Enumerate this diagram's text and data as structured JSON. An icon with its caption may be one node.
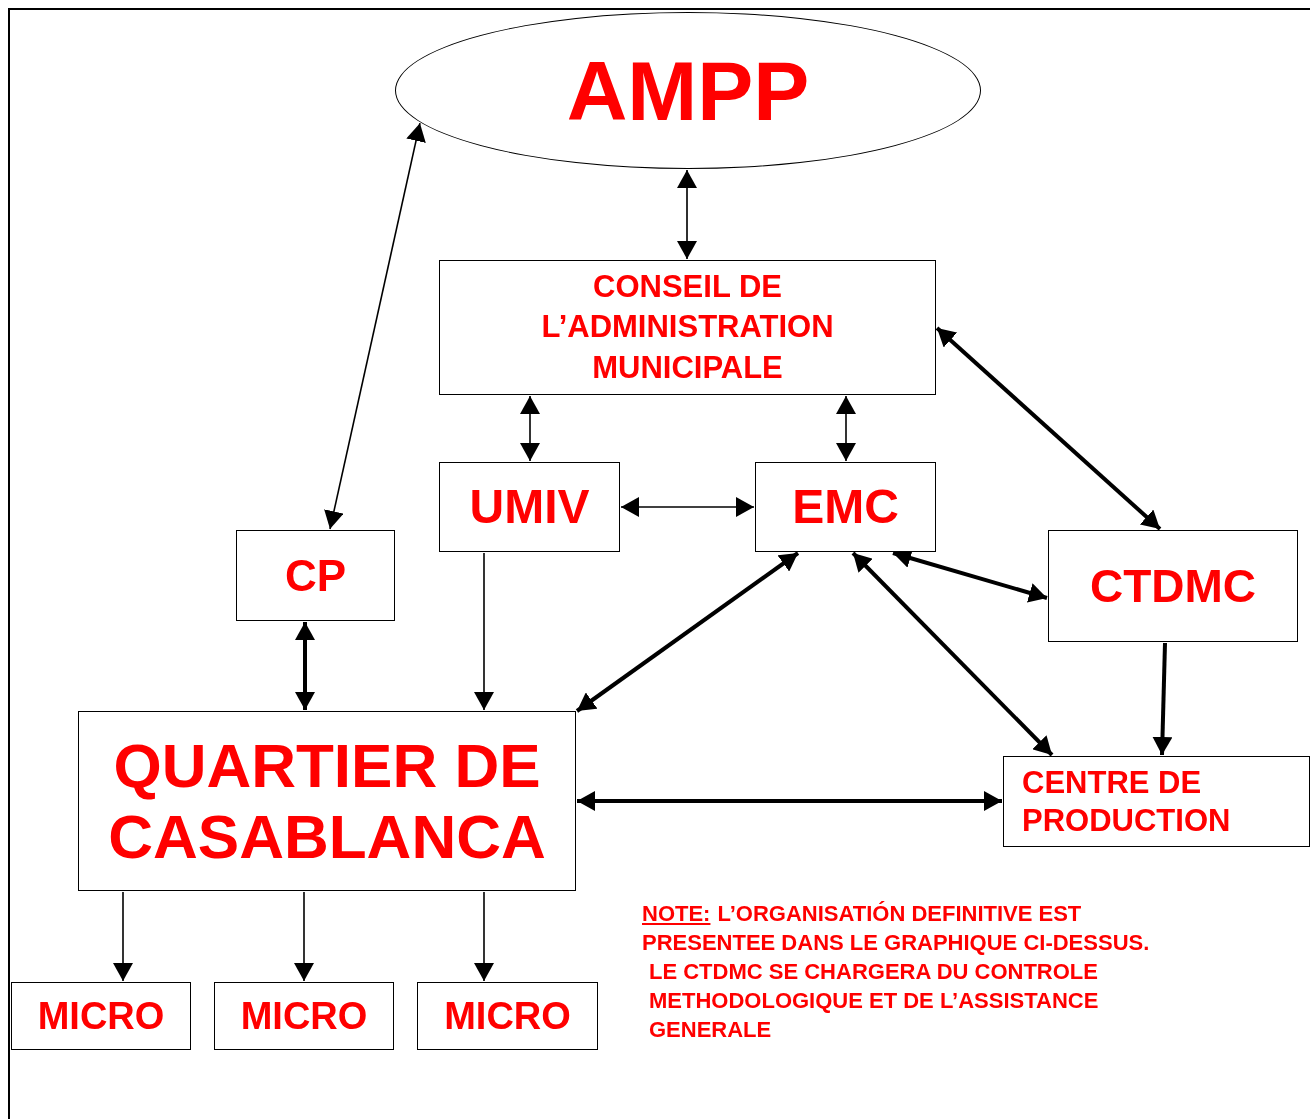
{
  "diagram": {
    "nodes": [
      {
        "text": [
          "AMPP"
        ]
      },
      {
        "text": [
          "CONSEIL DE L’ADMINISTRATION MUNICIPALE"
        ]
      },
      {
        "text": [
          "UMIV"
        ]
      },
      {
        "text": [
          "EMC"
        ]
      },
      {
        "text": [
          "CP"
        ]
      },
      {
        "text": [
          "CTDMC"
        ]
      },
      {
        "text": [
          "QUARTIER DE CASABLANCA"
        ]
      },
      {
        "text": [
          "CENTRE DE PRODUCTION"
        ]
      },
      {
        "text": [
          "MICRO"
        ]
      },
      {
        "text": [
          "MICRO"
        ]
      },
      {
        "text": [
          "MICRO"
        ]
      }
    ],
    "edges": [
      {
        "from": 4,
        "to": 0,
        "arrow": "both"
      },
      {
        "from": 0,
        "to": 1,
        "arrow": "both"
      },
      {
        "from": 1,
        "to": 2,
        "arrow": "both"
      },
      {
        "from": 1,
        "to": 3,
        "arrow": "both"
      },
      {
        "from": 2,
        "to": 3,
        "arrow": "both"
      },
      {
        "from": 1,
        "to": 5,
        "arrow": "both",
        "style": "thick"
      },
      {
        "from": 3,
        "to": 6,
        "arrow": "both",
        "style": "thick"
      },
      {
        "from": 3,
        "to": 5,
        "arrow": "both",
        "style": "thick"
      },
      {
        "from": 3,
        "to": 7,
        "arrow": "both",
        "style": "thick"
      },
      {
        "from": 4,
        "to": 6,
        "arrow": "both",
        "style": "thick"
      },
      {
        "from": 2,
        "to": 6,
        "arrow": "to"
      },
      {
        "from": 5,
        "to": 7,
        "arrow": "to",
        "style": "thick"
      },
      {
        "from": 6,
        "to": 7,
        "arrow": "both",
        "style": "thick"
      },
      {
        "from": 6,
        "to": 8,
        "arrow": "to"
      },
      {
        "from": 6,
        "to": 9,
        "arrow": "to"
      },
      {
        "from": 6,
        "to": 10,
        "arrow": "to"
      }
    ],
    "labels": [
      "NOTE:",
      "L’ORGANISATIÓN DEFINITIVE EST PRESENTEE DANS LE GRAPHIQUE CI-DESSUS.",
      "LE CTDMC SE CHARGERA DU CONTROLE METHODOLOGIQUE ET DE L’ASSISTANCE GENERALE"
    ]
  }
}
